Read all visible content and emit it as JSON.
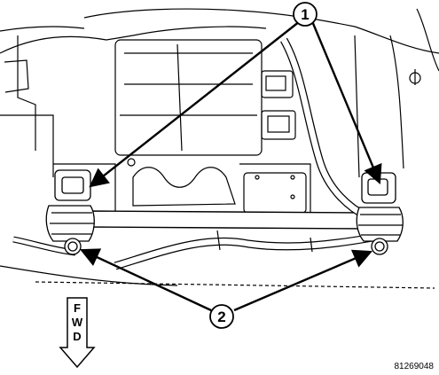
{
  "callouts": [
    {
      "id": "1",
      "label": "1"
    },
    {
      "id": "2",
      "label": "2"
    }
  ],
  "direction_indicator": {
    "letters": [
      "F",
      "W",
      "D"
    ]
  },
  "figure_id": "81269048",
  "colors": {
    "line": "#000000",
    "background": "#ffffff"
  }
}
